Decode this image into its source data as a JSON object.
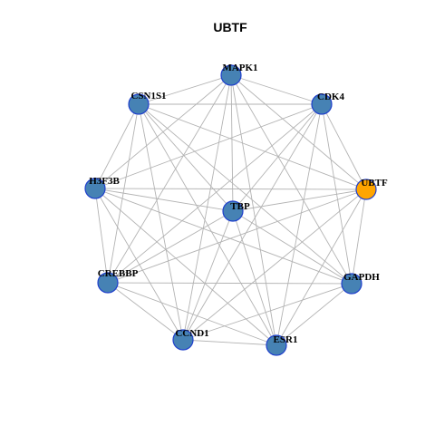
{
  "title": "UBTF",
  "colors": {
    "node_default": "#4682b4",
    "node_default_border": "#1f3fcc",
    "node_highlight": "#ffa500",
    "node_highlight_border": "#1f3fcc",
    "edge": "#b3b3b3"
  },
  "nodes": [
    {
      "id": "MAPK1",
      "label": "MAPK1",
      "highlight": false
    },
    {
      "id": "CDK4",
      "label": "CDK4",
      "highlight": false
    },
    {
      "id": "UBTF",
      "label": "UBTF",
      "highlight": true
    },
    {
      "id": "GAPDH",
      "label": "GAPDH",
      "highlight": false
    },
    {
      "id": "ESR1",
      "label": "ESR1",
      "highlight": false
    },
    {
      "id": "CCND1",
      "label": "CCND1",
      "highlight": false
    },
    {
      "id": "CREBBP",
      "label": "CREBBP",
      "highlight": false
    },
    {
      "id": "H3F3B",
      "label": "H3F3B",
      "highlight": false
    },
    {
      "id": "CSN1S1",
      "label": "CSN1S1",
      "highlight": false
    },
    {
      "id": "TBP",
      "label": "TBP",
      "highlight": false
    }
  ],
  "edges": [
    [
      "MAPK1",
      "CDK4"
    ],
    [
      "MAPK1",
      "CSN1S1"
    ],
    [
      "MAPK1",
      "UBTF"
    ],
    [
      "MAPK1",
      "GAPDH"
    ],
    [
      "MAPK1",
      "ESR1"
    ],
    [
      "MAPK1",
      "CCND1"
    ],
    [
      "MAPK1",
      "CREBBP"
    ],
    [
      "MAPK1",
      "H3F3B"
    ],
    [
      "MAPK1",
      "TBP"
    ],
    [
      "CDK4",
      "CSN1S1"
    ],
    [
      "CDK4",
      "UBTF"
    ],
    [
      "CDK4",
      "GAPDH"
    ],
    [
      "CDK4",
      "ESR1"
    ],
    [
      "CDK4",
      "CCND1"
    ],
    [
      "CDK4",
      "CREBBP"
    ],
    [
      "CDK4",
      "H3F3B"
    ],
    [
      "CDK4",
      "TBP"
    ],
    [
      "CSN1S1",
      "UBTF"
    ],
    [
      "CSN1S1",
      "GAPDH"
    ],
    [
      "CSN1S1",
      "ESR1"
    ],
    [
      "CSN1S1",
      "CCND1"
    ],
    [
      "CSN1S1",
      "CREBBP"
    ],
    [
      "CSN1S1",
      "H3F3B"
    ],
    [
      "CSN1S1",
      "TBP"
    ],
    [
      "H3F3B",
      "UBTF"
    ],
    [
      "H3F3B",
      "GAPDH"
    ],
    [
      "H3F3B",
      "ESR1"
    ],
    [
      "H3F3B",
      "CCND1"
    ],
    [
      "H3F3B",
      "CREBBP"
    ],
    [
      "H3F3B",
      "TBP"
    ],
    [
      "UBTF",
      "GAPDH"
    ],
    [
      "UBTF",
      "ESR1"
    ],
    [
      "UBTF",
      "CCND1"
    ],
    [
      "UBTF",
      "CREBBP"
    ],
    [
      "UBTF",
      "TBP"
    ],
    [
      "CREBBP",
      "GAPDH"
    ],
    [
      "CREBBP",
      "ESR1"
    ],
    [
      "CREBBP",
      "CCND1"
    ],
    [
      "CREBBP",
      "TBP"
    ],
    [
      "CCND1",
      "ESR1"
    ],
    [
      "CCND1",
      "GAPDH"
    ],
    [
      "CCND1",
      "TBP"
    ],
    [
      "ESR1",
      "GAPDH"
    ],
    [
      "ESR1",
      "TBP"
    ],
    [
      "GAPDH",
      "TBP"
    ]
  ]
}
